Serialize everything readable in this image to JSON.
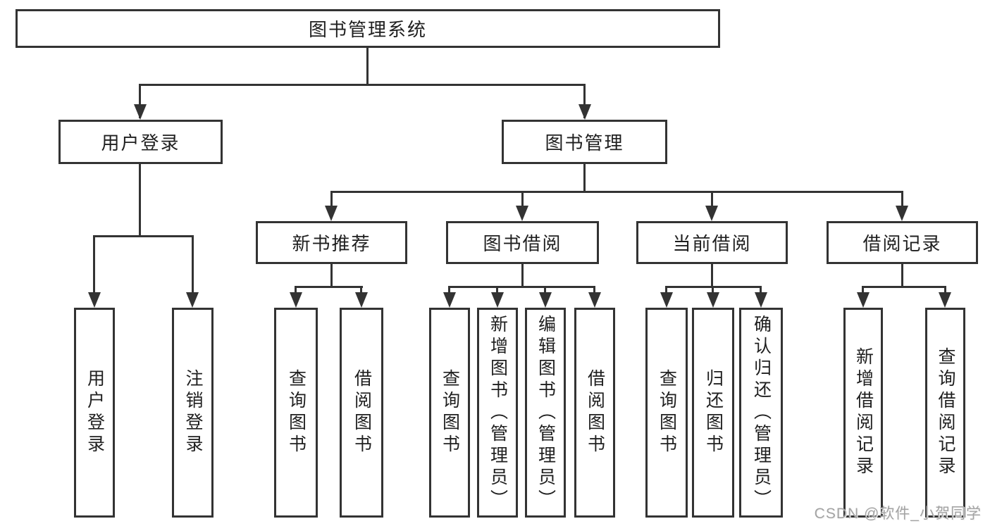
{
  "nodes": {
    "root": "图书管理系统",
    "user_login": "用户登录",
    "book_management": "图书管理",
    "new_book_recommendation": "新书推荐",
    "book_borrowing": "图书借阅",
    "current_borrowing": "当前借阅",
    "borrowing_records": "借阅记录",
    "leaves": {
      "user_login": "用户登录",
      "logout": "注销登录",
      "rec_query_books": "查询图书",
      "rec_borrow_books": "借阅图书",
      "bb_query_books": "查询图书",
      "bb_add_books_admin": "新增图书（管理员）",
      "bb_edit_books_admin": "编辑图书（管理员）",
      "bb_borrow_books": "借阅图书",
      "cb_query_books": "查询图书",
      "cb_return_books": "归还图书",
      "cb_confirm_return_admin": "确认归还（管理员）",
      "br_add_record": "新增借阅记录",
      "br_query_record": "查询借阅记录"
    }
  },
  "watermark": {
    "text": "CSDN @软件_小贺同学"
  },
  "colors": {
    "line": "#333333",
    "text": "#1f1f1f",
    "watermark": "#a3a3a3",
    "background": "#ffffff"
  }
}
